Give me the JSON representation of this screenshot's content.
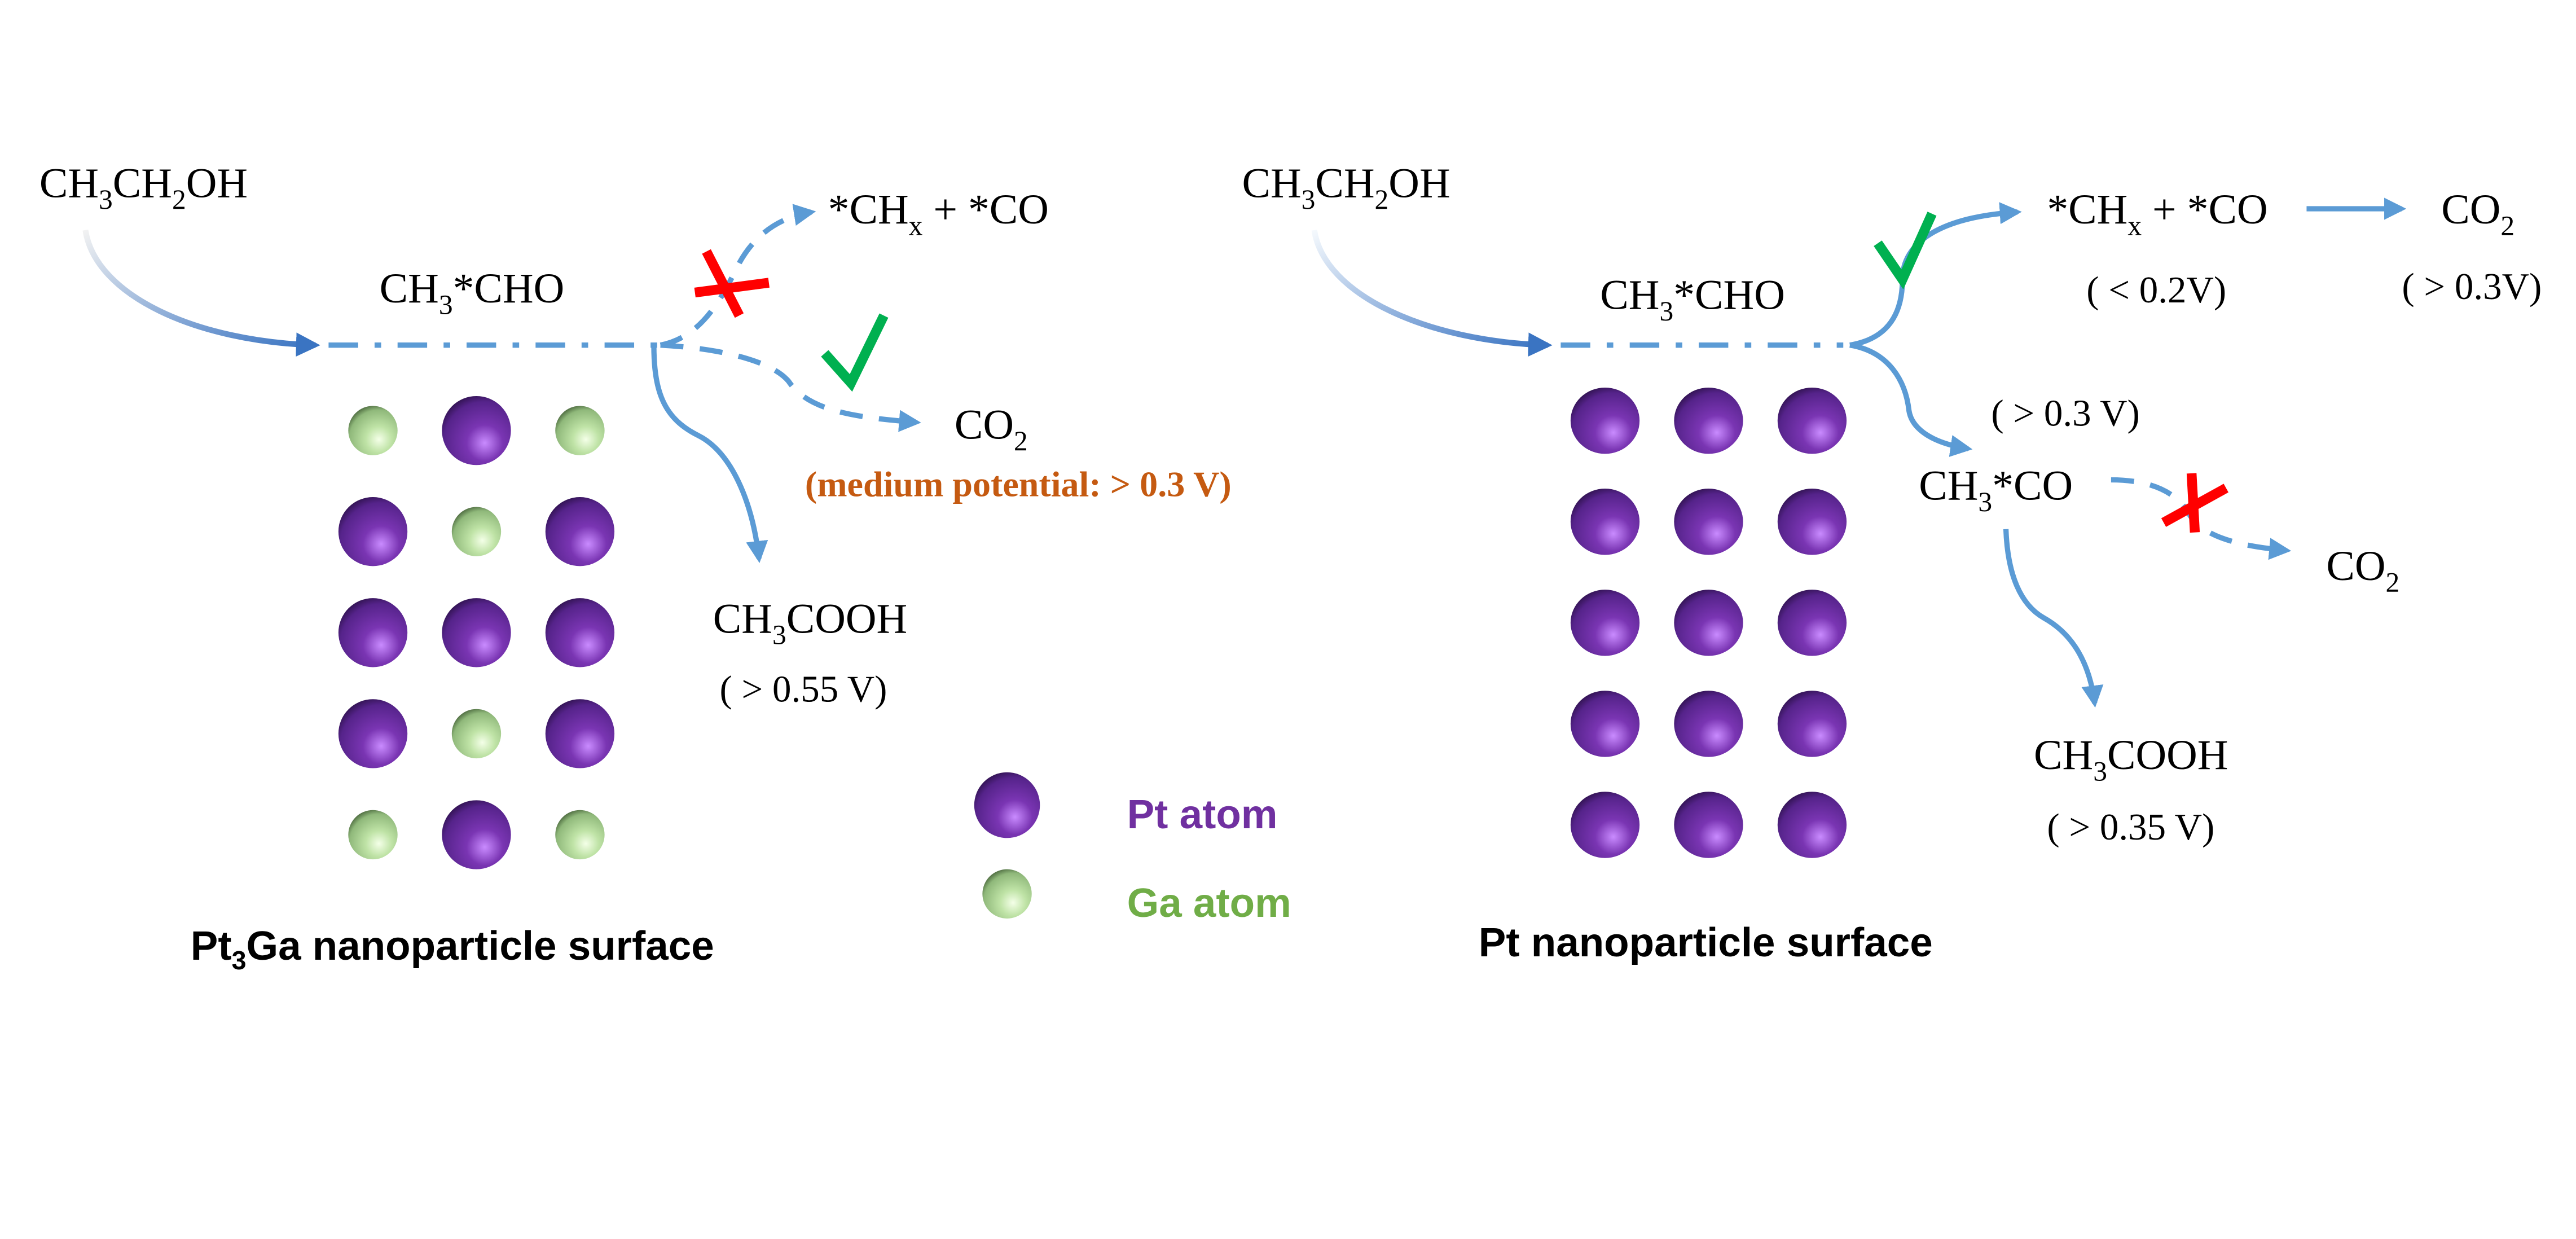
{
  "colors": {
    "arrow": "#5b9bd5",
    "arrow_dark": "#3a74c2",
    "cross": "#ff0000",
    "check": "#00b050",
    "pt_atom": "#7030a0",
    "ga_atom": "#a9d18e",
    "pt_label": "#7030a0",
    "ga_label": "#70ad47",
    "medium_potential": "#c55a11",
    "text": "#000000"
  },
  "left_panel": {
    "title_main": "Pt",
    "title_sub": "3",
    "title_rest": "Ga nanoparticle surface",
    "reactant": {
      "parts": [
        "CH",
        "3",
        "CH",
        "2",
        "OH"
      ]
    },
    "intermediate": {
      "parts": [
        "CH",
        "3",
        "*CHO"
      ]
    },
    "product_c1": {
      "parts": [
        "*CH",
        "x",
        " + *CO"
      ],
      "status": "blocked"
    },
    "product_co2": {
      "parts": [
        "CO",
        "2"
      ],
      "status": "favored",
      "note": "(medium potential: > 0.3 V)"
    },
    "product_acetic": {
      "parts": [
        "CH",
        "3",
        "COOH"
      ],
      "potential": "( > 0.55 V)"
    },
    "surface_grid": [
      [
        "Ga",
        "Pt",
        "Ga"
      ],
      [
        "Pt",
        "Ga",
        "Pt"
      ],
      [
        "Pt",
        "Pt",
        "Pt"
      ],
      [
        "Pt",
        "Ga",
        "Pt"
      ],
      [
        "Ga",
        "Pt",
        "Ga"
      ]
    ]
  },
  "legend": {
    "items": [
      {
        "atom": "Pt",
        "label": "Pt atom"
      },
      {
        "atom": "Ga",
        "label": "Ga atom"
      }
    ]
  },
  "right_panel": {
    "title": "Pt nanoparticle surface",
    "reactant": {
      "parts": [
        "CH",
        "3",
        "CH",
        "2",
        "OH"
      ]
    },
    "intermediate": {
      "parts": [
        "CH",
        "3",
        "*CHO"
      ]
    },
    "product_c1": {
      "parts": [
        "*CH",
        "x",
        " + *CO"
      ],
      "status": "favored",
      "potential": "( < 0.2V)"
    },
    "product_co2_top": {
      "parts": [
        "CO",
        "2"
      ],
      "potential": "( > 0.3V)"
    },
    "intermediate_acetyl": {
      "parts": [
        "CH",
        "3",
        "*CO"
      ],
      "potential": "( > 0.3 V)"
    },
    "product_co2_bottom": {
      "parts": [
        "CO",
        "2"
      ],
      "status": "blocked"
    },
    "product_acetic": {
      "parts": [
        "CH",
        "3",
        "COOH"
      ],
      "potential": "( > 0.35 V)"
    },
    "surface_grid": [
      [
        "Pt",
        "Pt",
        "Pt"
      ],
      [
        "Pt",
        "Pt",
        "Pt"
      ],
      [
        "Pt",
        "Pt",
        "Pt"
      ],
      [
        "Pt",
        "Pt",
        "Pt"
      ],
      [
        "Pt",
        "Pt",
        "Pt"
      ]
    ]
  }
}
